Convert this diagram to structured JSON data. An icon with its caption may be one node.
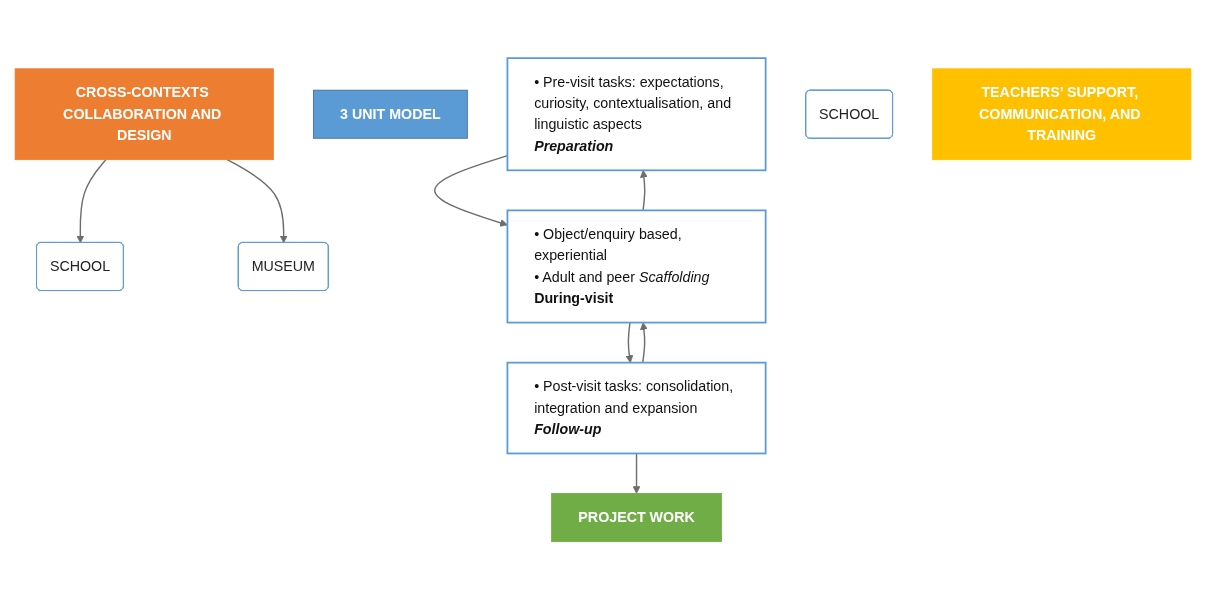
{
  "diagram": {
    "nodes": [
      {
        "text": [
          "CROSS-CONTEXTS COLLABORATION AND DESIGN"
        ]
      },
      {
        "text": [
          "3 UNIT MODEL"
        ]
      },
      {
        "text": [
          "SCHOOL"
        ]
      },
      {
        "text": [
          "• Pre-visit tasks: expectations, curiosity, contextualisation, and linguistic aspects",
          "Preparation"
        ]
      },
      {
        "text": [
          "MUSEUM"
        ]
      },
      {
        "text": [
          "• Object/enquiry based, experiential",
          "• Adult and peer *Scaffolding*",
          "During-visit"
        ]
      },
      {
        "text": [
          "SCHOOL"
        ]
      },
      {
        "text": [
          "• Post-visit tasks: consolidation, integration and expansion",
          "Follow-up"
        ]
      },
      {
        "text": [
          "PROJECT WORK"
        ]
      },
      {
        "text": [
          "TEACHERS’ SUPPORT, COMMUNICATION, AND TRAINING"
        ]
      }
    ],
    "edges": [
      {
        "from": 0,
        "to": 2,
        "arrow": "to"
      },
      {
        "from": 0,
        "to": 4,
        "arrow": "to"
      },
      {
        "from": 3,
        "to": 5,
        "arrow": "to"
      },
      {
        "from": 5,
        "to": 3,
        "arrow": "to"
      },
      {
        "from": 5,
        "to": 7,
        "arrow": "to"
      },
      {
        "from": 7,
        "to": 5,
        "arrow": "to"
      },
      {
        "from": 7,
        "to": 8,
        "arrow": "to"
      }
    ]
  }
}
